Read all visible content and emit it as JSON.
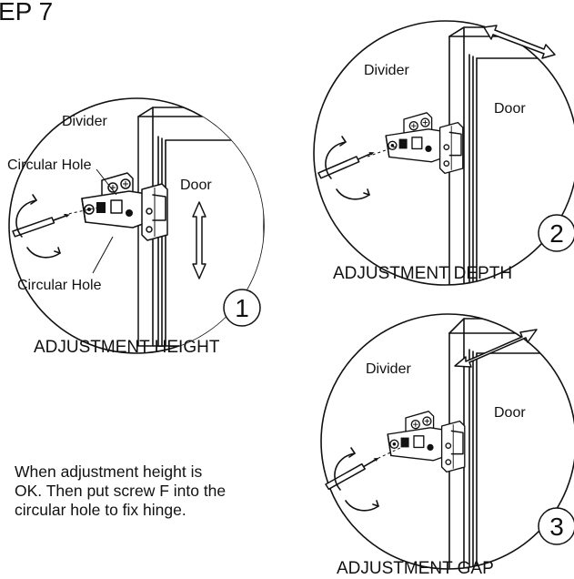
{
  "header": {
    "step_text": "EP 7"
  },
  "panels": [
    {
      "id": 1,
      "number": "1",
      "caption": "ADJUSTMENT HEIGHT",
      "labels": {
        "divider": "Divider",
        "door": "Door",
        "hole_top": "Circular Hole",
        "hole_bottom": "Circular Hole"
      }
    },
    {
      "id": 2,
      "number": "2",
      "caption": "ADJUSTMENT DEPTH",
      "labels": {
        "divider": "Divider",
        "door": "Door"
      }
    },
    {
      "id": 3,
      "number": "3",
      "caption": "ADJUSTMENT GAP",
      "labels": {
        "divider": "Divider",
        "door": "Door"
      }
    }
  ],
  "note": "When adjustment height is\nOK. Then put screw F into the\ncircular hole to fix hinge.",
  "colors": {
    "line": "#111111",
    "background": "#ffffff"
  },
  "icons": [
    "screwdriver-icon",
    "rotate-arrow-icon",
    "double-arrow-icon",
    "hinge-icon"
  ]
}
